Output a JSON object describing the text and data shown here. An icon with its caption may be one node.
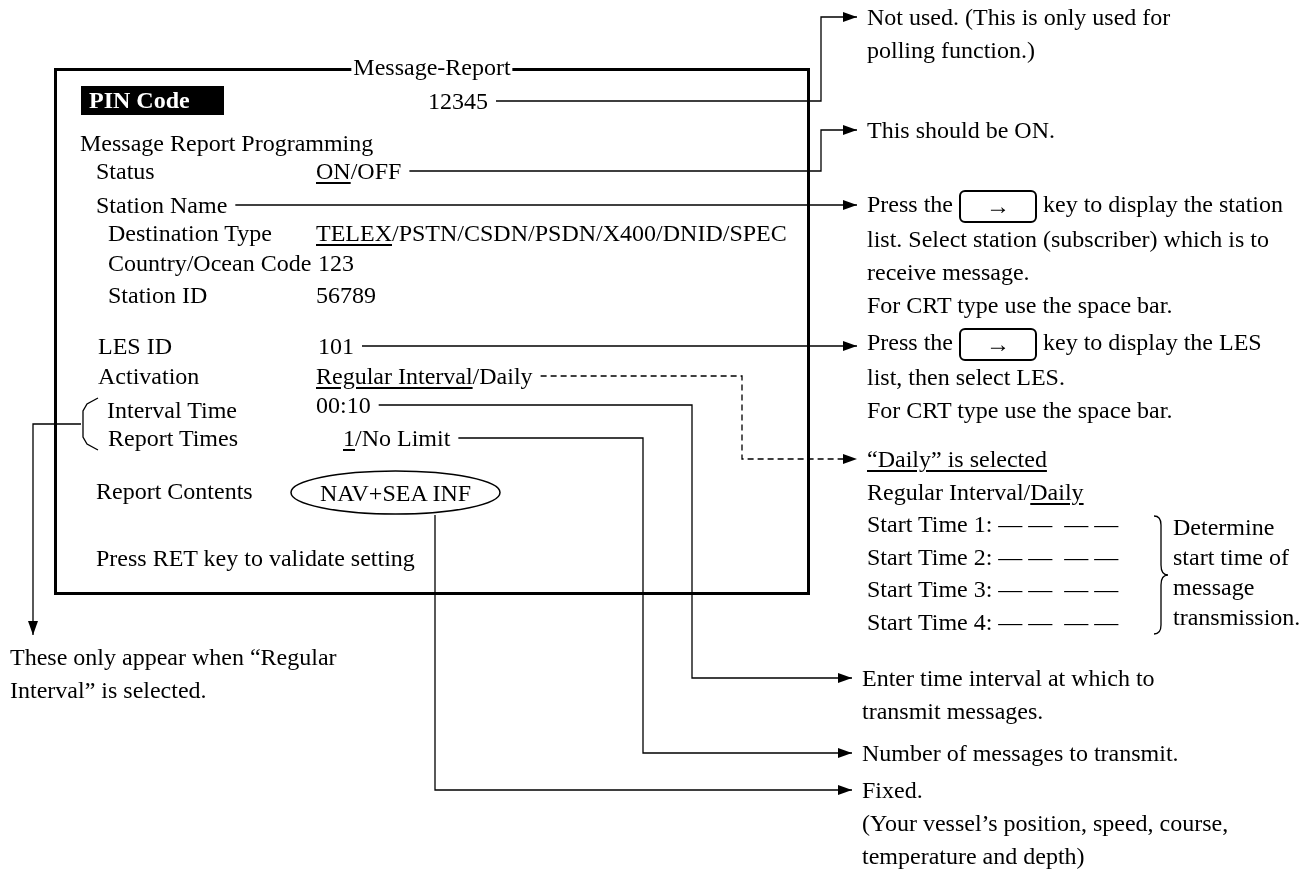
{
  "diagram": {
    "nodes": [
      {
        "text": [
          "Message-Report"
        ]
      },
      {
        "text": [
          "PIN Code"
        ],
        "in": 0
      },
      {
        "text": [
          "12345"
        ],
        "in": 0
      },
      {
        "text": [
          "ON/OFF"
        ],
        "in": 0
      },
      {
        "text": [
          "Station Name"
        ],
        "in": 0
      },
      {
        "text": [
          "101"
        ],
        "in": 0
      },
      {
        "text": [
          "Regular Interval/Daily"
        ],
        "in": 0
      },
      {
        "text": [
          "00:10"
        ],
        "in": 0
      },
      {
        "text": [
          "1/No Limit"
        ],
        "in": 0
      },
      {
        "text": [
          "NAV+SEA INF"
        ],
        "in": 0
      },
      {
        "text": [
          "Not used. (This is only used for polling function.)"
        ]
      },
      {
        "text": [
          "This should be ON."
        ]
      },
      {
        "text": [
          "Press the",
          "→",
          "key to display the station list. Select station (subscriber) which is to receive message.",
          "For CRT type use the space bar."
        ]
      },
      {
        "text": [
          "Press the",
          "→",
          "key to display the LES list, then select LES.",
          "For CRT type use the space bar."
        ]
      },
      {
        "text": [
          "“Daily” is selected",
          "Regular Interval/Daily",
          "Start Time 1: — —  — —",
          "Start Time 2: — —  — —",
          "Start Time 3: — —  — —",
          "Start Time 4: — —  — —",
          "Determine start time of message transmission."
        ]
      },
      {
        "text": [
          "Enter time interval at which to transmit messages."
        ]
      },
      {
        "text": [
          "Number of messages to transmit."
        ]
      },
      {
        "text": [
          "Fixed.",
          "(Your vessel’s position, speed, course, temperature and depth)"
        ]
      },
      {
        "text": [
          "These only appear when “Regular Interval” is selected."
        ]
      },
      {
        "text": [],
        "shape": "bracket",
        "in": 0
      }
    ],
    "edges": [
      {
        "from": 2,
        "to": 10,
        "arrow": "to"
      },
      {
        "from": 3,
        "to": 11,
        "arrow": "to"
      },
      {
        "from": 4,
        "to": 12,
        "arrow": "to"
      },
      {
        "from": 5,
        "to": 13,
        "arrow": "to"
      },
      {
        "from": 6,
        "to": 14,
        "arrow": "to",
        "style": "dashed"
      },
      {
        "from": 7,
        "to": 15,
        "arrow": "to"
      },
      {
        "from": 8,
        "to": 16,
        "arrow": "to"
      },
      {
        "from": 9,
        "to": 17,
        "arrow": "to"
      },
      {
        "from": 19,
        "to": 18,
        "arrow": "to"
      }
    ],
    "labels": [
      "Message Report Programming",
      "Status",
      "Destination Type",
      "TELEX/PSTN/CSDN/PSDN/X400/DNID/SPEC",
      "Country/Ocean Code",
      "123",
      "Station ID",
      "56789",
      "LES ID",
      "Activation",
      "Interval Time",
      "Report Times",
      "Report Contents",
      "Press RET key to validate setting"
    ]
  }
}
